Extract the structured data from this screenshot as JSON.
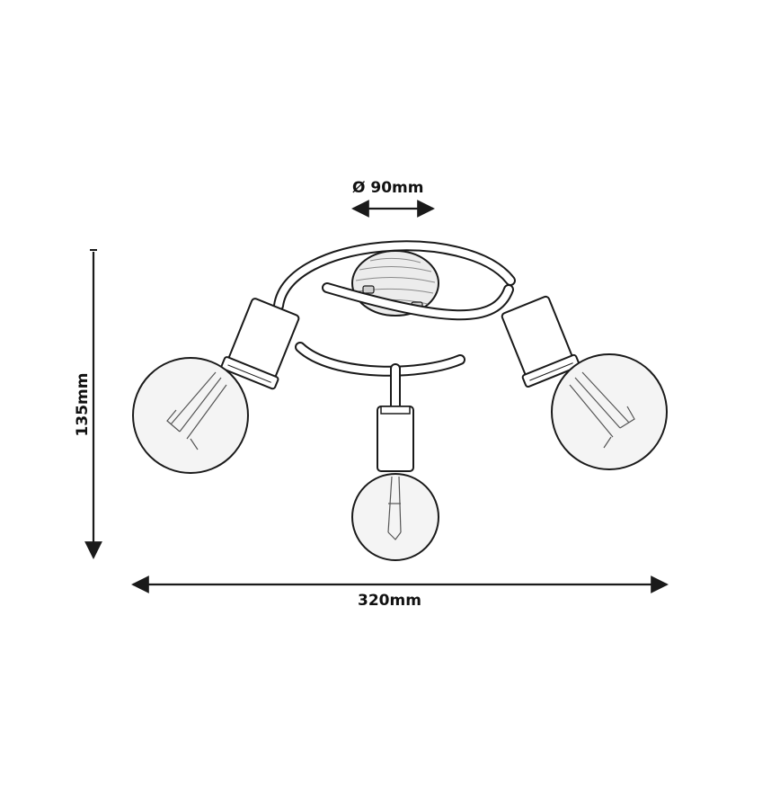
{
  "dimensions": {
    "diameter": "Ø 90mm",
    "width": "320mm",
    "height": "135mm"
  },
  "colors": {
    "line": "#1a1a1a",
    "bulb_fill": "#f4f4f4",
    "wood_grain": "#7a7a7a"
  }
}
